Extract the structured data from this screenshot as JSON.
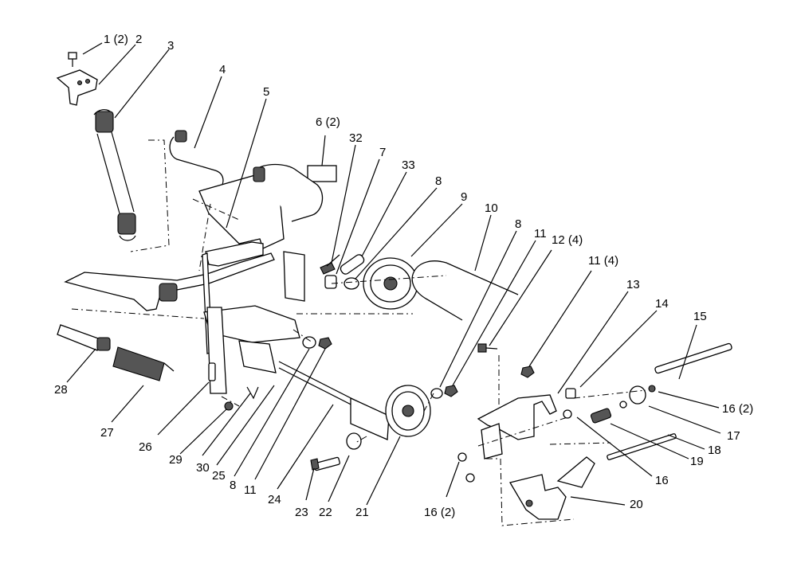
{
  "callouts": {
    "c1": "1 (2)",
    "c2": "2",
    "c3": "3",
    "c4": "4",
    "c5": "5",
    "c6": "6 (2)",
    "c32": "32",
    "c7": "7",
    "c33": "33",
    "c8a": "8",
    "c9": "9",
    "c10": "10",
    "c8b": "8",
    "c11a": "11",
    "c12": "12 (4)",
    "c11b": "11 (4)",
    "c13": "13",
    "c14": "14",
    "c15": "15",
    "c16a": "16 (2)",
    "c17": "17",
    "c18": "18",
    "c19": "19",
    "c16b": "16",
    "c20": "20",
    "c16c": "16 (2)",
    "c21": "21",
    "c22": "22",
    "c23": "23",
    "c24": "24",
    "c11c": "11",
    "c8c": "8",
    "c25": "25",
    "c30": "30",
    "c29": "29",
    "c26": "26",
    "c27": "27",
    "c28": "28"
  }
}
